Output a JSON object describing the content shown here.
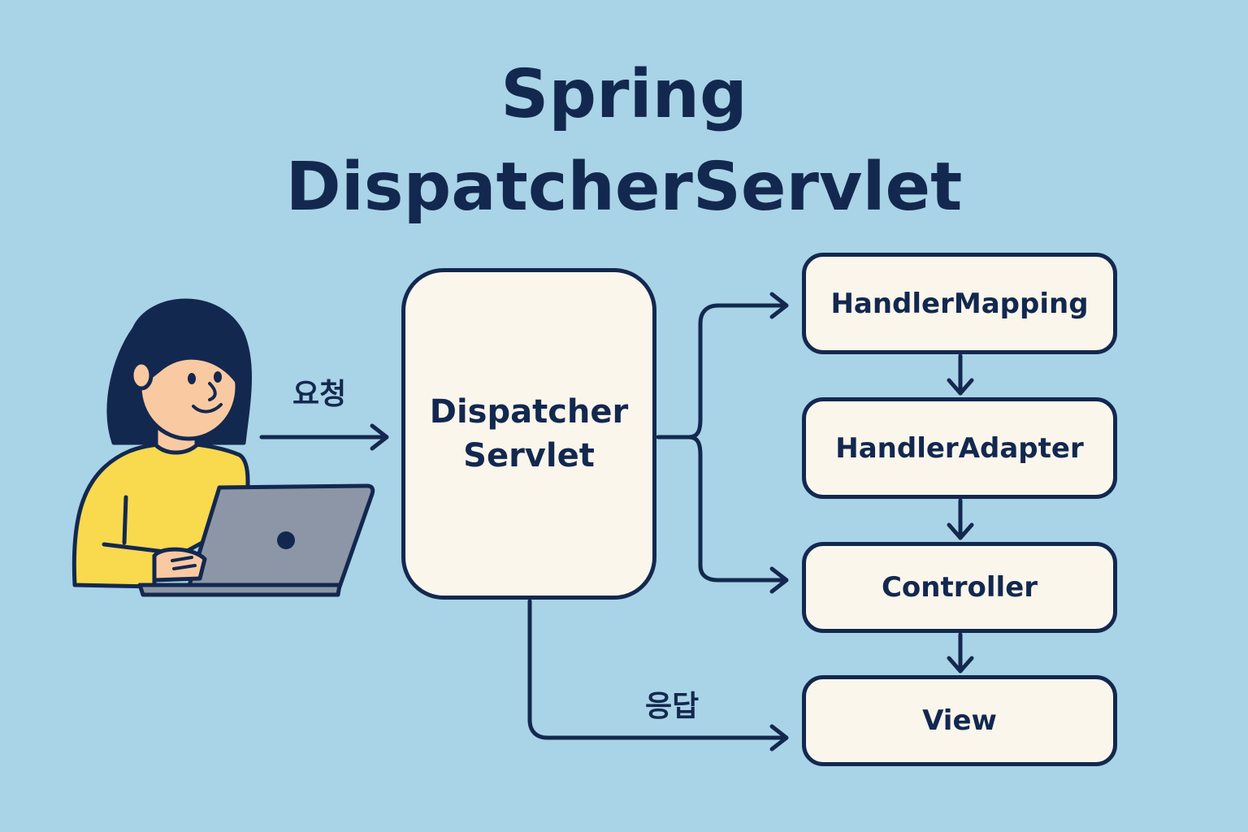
{
  "title": {
    "line1": "Spring",
    "line2": "DispatcherServlet"
  },
  "dispatcher": {
    "line1": "Dispatcher",
    "line2": "Servlet"
  },
  "flow_boxes": [
    {
      "label": "HandlerMapping"
    },
    {
      "label": "HandlerAdapter"
    },
    {
      "label": "Controller"
    },
    {
      "label": "View"
    }
  ],
  "edges": {
    "request_label": "요청",
    "response_label": "응답"
  },
  "colors": {
    "background": "#a9d3e6",
    "ink": "#13284f",
    "box_fill": "#faf6ec",
    "sweater": "#f9d94e",
    "skin": "#f9c9a2",
    "laptop": "#8c96a6"
  },
  "icons": {
    "user": "person-at-laptop-illustration"
  }
}
